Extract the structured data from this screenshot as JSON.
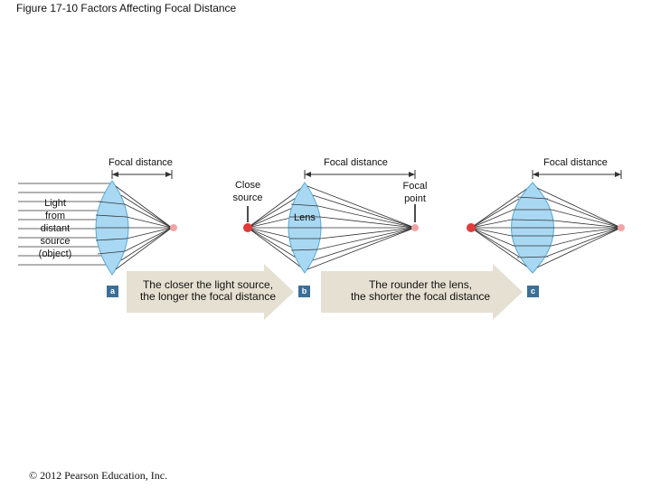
{
  "figure": {
    "title": "Figure 17-10 Factors Affecting Focal Distance",
    "copyright": "© 2012 Pearson Education, Inc."
  },
  "panel_a": {
    "badge": "a",
    "focal_distance_label": "Focal distance",
    "light_source_lines": [
      "Light",
      "from",
      "distant",
      "source",
      "(object)"
    ]
  },
  "panel_b": {
    "badge": "b",
    "focal_distance_label": "Focal distance",
    "close_source_lines": [
      "Close",
      "source"
    ],
    "focal_point_lines": [
      "Focal",
      "point"
    ],
    "lens_label": "Lens"
  },
  "panel_c": {
    "badge": "c",
    "focal_distance_label": "Focal distance"
  },
  "arrows": {
    "left_lines": [
      "The closer the light source,",
      "the longer the focal distance"
    ],
    "right_lines": [
      "The rounder the lens,",
      "the shorter the focal distance"
    ]
  },
  "colors": {
    "lens_fill": "#a9d8f2",
    "lens_stroke": "#5aa9d6",
    "source_dot": "#e03a3a",
    "arrow_fill": "#e6e0d2",
    "badge_fill": "#3b6f97"
  }
}
